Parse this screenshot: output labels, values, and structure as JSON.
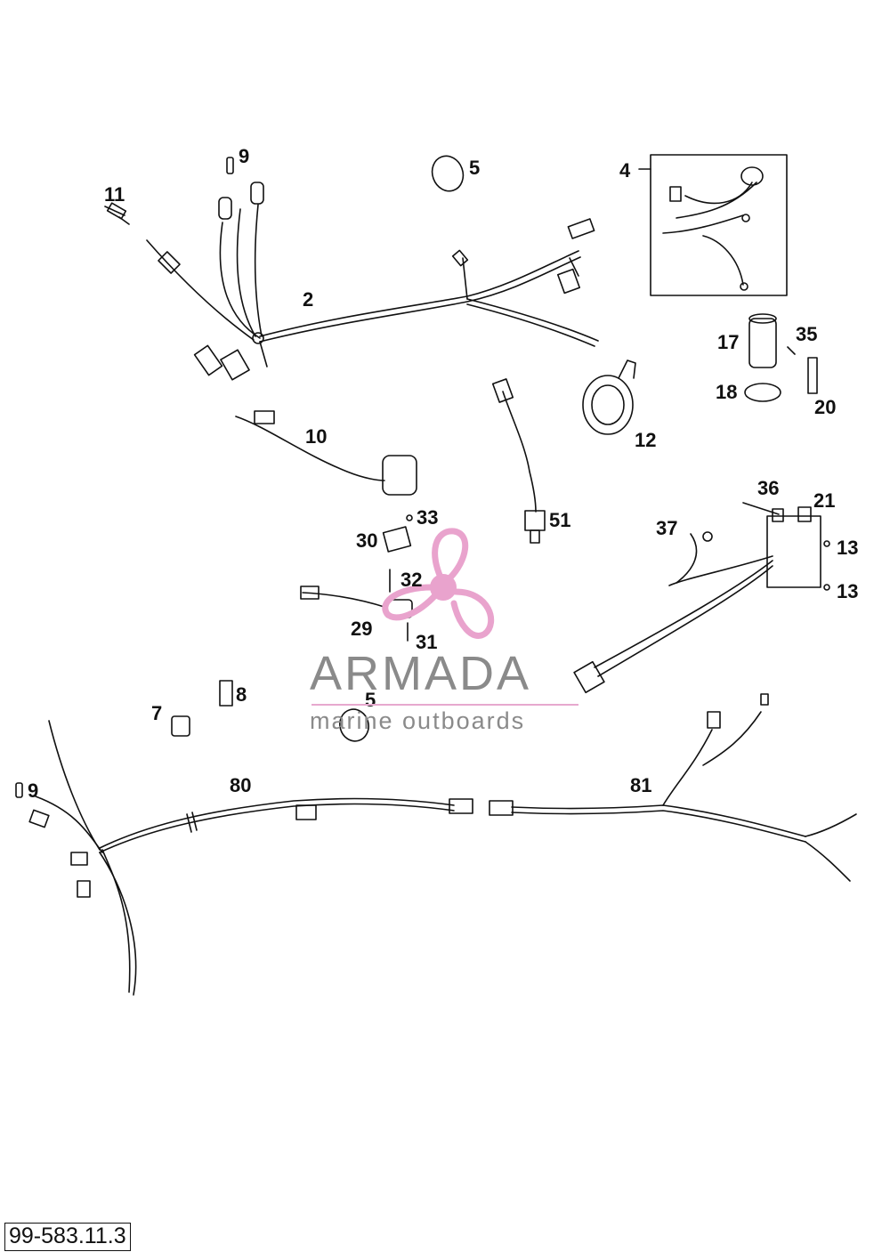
{
  "callouts": {
    "c2": "2",
    "c4": "4",
    "c5a": "5",
    "c5b": "5",
    "c7": "7",
    "c8": "8",
    "c9a": "9",
    "c9b": "9",
    "c10": "10",
    "c11": "11",
    "c12": "12",
    "c13a": "13",
    "c13b": "13",
    "c17": "17",
    "c18": "18",
    "c20": "20",
    "c21": "21",
    "c29": "29",
    "c30": "30",
    "c31": "31",
    "c32": "32",
    "c33": "33",
    "c35": "35",
    "c36": "36",
    "c37": "37",
    "c51": "51",
    "c80": "80",
    "c81": "81"
  },
  "drawing_code": "99-583.11.3",
  "watermark": {
    "title": "ARMADA",
    "subtitle": "marine outboards",
    "accent_color": "#e9a3cd",
    "text_color": "#8a8a8a"
  }
}
